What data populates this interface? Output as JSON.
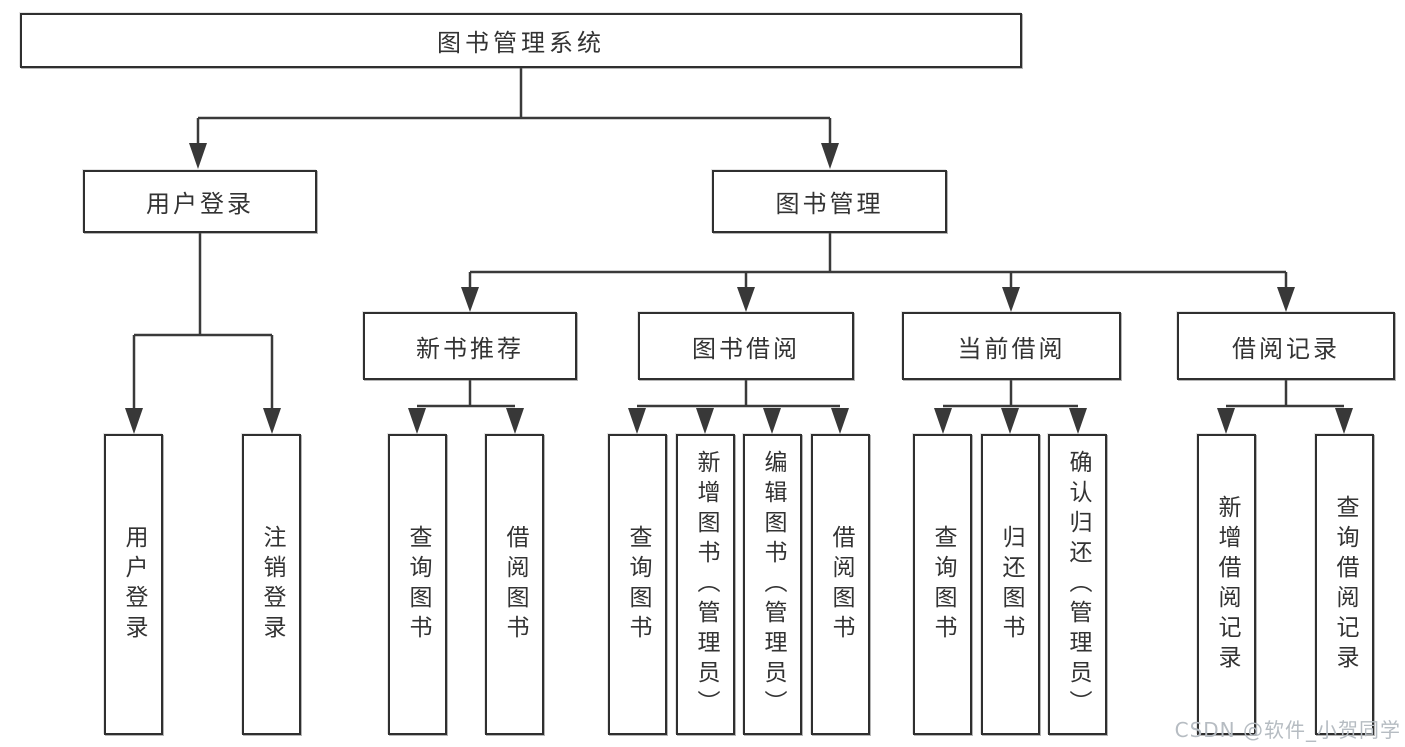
{
  "diagram_type": "hierarchy-diagram",
  "colors": {
    "line": "#3a3a3a",
    "box_border": "#2f2f2f",
    "box_fill": "#ffffff",
    "text": "#333333",
    "watermark": "#b6bcc2",
    "background": "#ffffff"
  },
  "watermark": {
    "text": "CSDN @软件_小贺同学"
  },
  "tree": {
    "root": {
      "label": "图书管理系统",
      "children": [
        {
          "label": "用户登录",
          "children": [
            {
              "label": "用户登录"
            },
            {
              "label": "注销登录"
            }
          ]
        },
        {
          "label": "图书管理",
          "children": [
            {
              "label": "新书推荐",
              "children": [
                {
                  "label": "查询图书"
                },
                {
                  "label": "借阅图书"
                }
              ]
            },
            {
              "label": "图书借阅",
              "children": [
                {
                  "label": "查询图书"
                },
                {
                  "label": "新增图书（管理员）"
                },
                {
                  "label": "编辑图书（管理员）"
                },
                {
                  "label": "借阅图书"
                }
              ]
            },
            {
              "label": "当前借阅",
              "children": [
                {
                  "label": "查询图书"
                },
                {
                  "label": "归还图书"
                },
                {
                  "label": "确认归还（管理员）"
                }
              ]
            },
            {
              "label": "借阅记录",
              "children": [
                {
                  "label": "新增借阅记录"
                },
                {
                  "label": "查询借阅记录"
                }
              ]
            }
          ]
        }
      ]
    }
  }
}
